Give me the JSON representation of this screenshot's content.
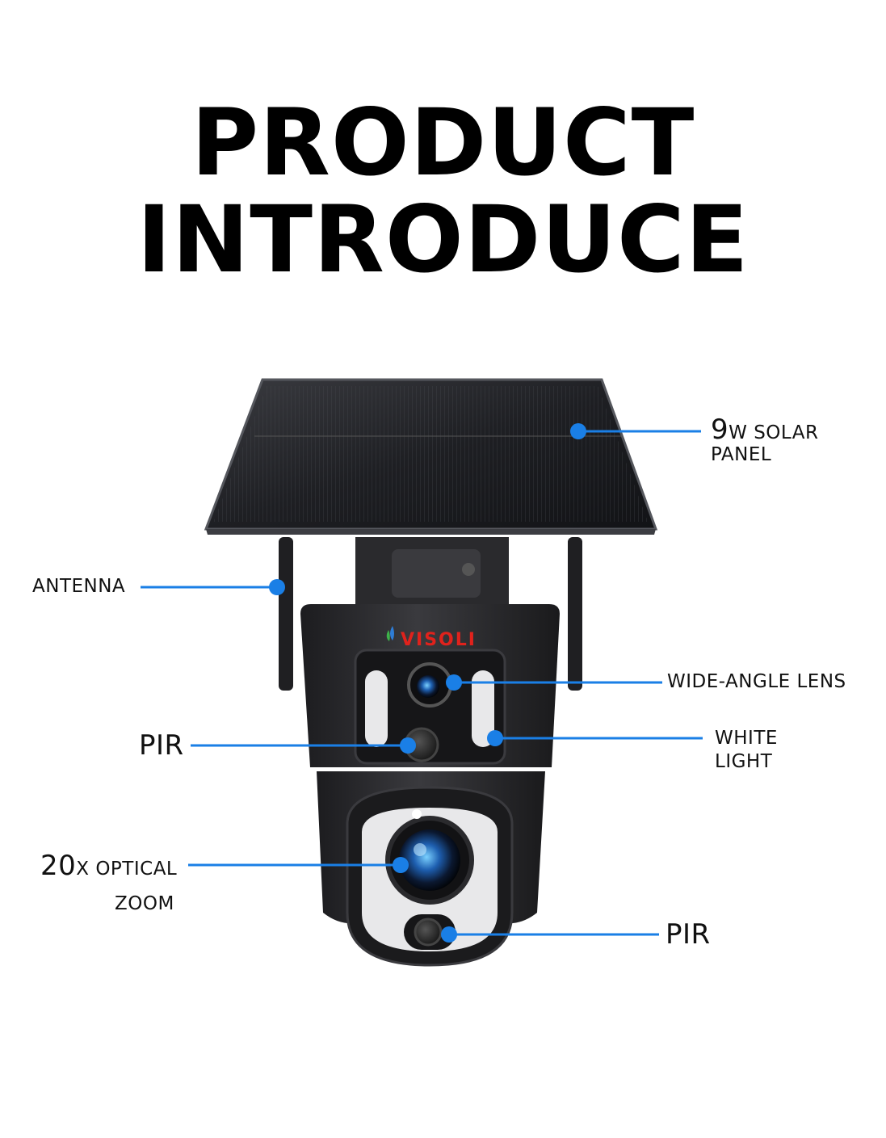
{
  "title": {
    "line1": "PRODUCT",
    "line2": "INTRODUCE"
  },
  "brand": "VISOLI",
  "callouts": {
    "solar_panel": {
      "lead": "9",
      "rest_line1": "W SOLAR",
      "line2": "PANEL"
    },
    "antenna": {
      "text": "ANTENNA"
    },
    "wide_angle_lens": {
      "text": "WIDE-ANGLE LENS"
    },
    "pir_upper": {
      "text": "PIR"
    },
    "white_light": {
      "line1": "WHITE",
      "line2": "LIGHT"
    },
    "optical_zoom": {
      "lead": "20",
      "rest_line1": "X OPTICAL",
      "line2": "ZOOM"
    },
    "pir_lower": {
      "text": "PIR"
    }
  },
  "colors": {
    "callout_blue": "#1a7fe6",
    "camera_body": "#2b2b2e",
    "brand_red": "#e0221c",
    "light_panel": "#e8e8ea"
  }
}
